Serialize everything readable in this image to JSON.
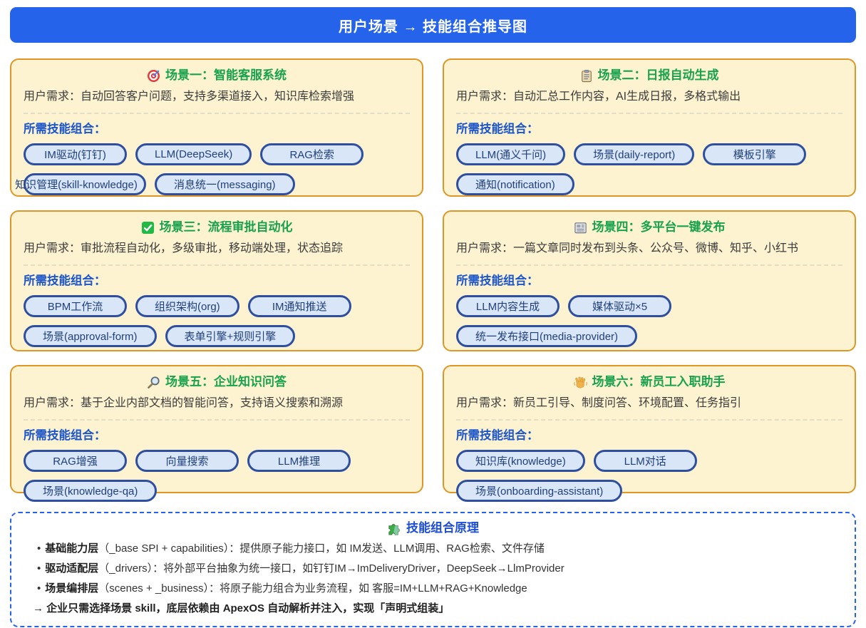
{
  "header": {
    "title": "用户场景 → 技能组合推导图"
  },
  "labels": {
    "need_prefix": "用户需求：",
    "skills_label": "所需技能组合："
  },
  "cards": [
    {
      "icon": "target-icon",
      "title": "场景一：智能客服系统",
      "need": "用户需求：自动回答客户问题，支持多渠道接入，知识库检索增强",
      "skills_label": "所需技能组合：",
      "skills": [
        "IM驱动(钉钉)",
        "LLM(DeepSeek)",
        "RAG检索",
        "知识管理(skill-knowledge)",
        "消息统一(messaging)"
      ]
    },
    {
      "icon": "clipboard-icon",
      "title": "场景二：日报自动生成",
      "need": "用户需求：自动汇总工作内容，AI生成日报，多格式输出",
      "skills_label": "所需技能组合：",
      "skills": [
        "LLM(通义千问)",
        "场景(daily-report)",
        "模板引擎",
        "通知(notification)"
      ]
    },
    {
      "icon": "check-icon",
      "title": "场景三：流程审批自动化",
      "need": "用户需求：审批流程自动化，多级审批，移动端处理，状态追踪",
      "skills_label": "所需技能组合：",
      "skills": [
        "BPM工作流",
        "组织架构(org)",
        "IM通知推送",
        "场景(approval-form)",
        "表单引擎+规则引擎"
      ]
    },
    {
      "icon": "newspaper-icon",
      "title": "场景四：多平台一键发布",
      "need": "用户需求：一篇文章同时发布到头条、公众号、微博、知乎、小红书",
      "skills_label": "所需技能组合：",
      "skills": [
        "LLM内容生成",
        "媒体驱动×5",
        "统一发布接口(media-provider)"
      ]
    },
    {
      "icon": "magnifier-icon",
      "title": "场景五：企业知识问答",
      "need": "用户需求：基于企业内部文档的智能问答，支持语义搜索和溯源",
      "skills_label": "所需技能组合：",
      "skills": [
        "RAG增强",
        "向量搜索",
        "LLM推理",
        "场景(knowledge-qa)"
      ]
    },
    {
      "icon": "wave-icon",
      "title": "场景六：新员工入职助手",
      "need": "用户需求：新员工引导、制度问答、环境配置、任务指引",
      "skills_label": "所需技能组合：",
      "skills": [
        "知识库(knowledge)",
        "LLM对话",
        "场景(onboarding-assistant)"
      ]
    }
  ],
  "principle": {
    "icon": "puzzle-icon",
    "title": "技能组合原理",
    "bullet": "•",
    "items": [
      {
        "term": "基础能力层",
        "rest": "（_base SPI + capabilities）：提供原子能力接口，如 IM发送、LLM调用、RAG检索、文件存储"
      },
      {
        "term": "驱动适配层",
        "rest": "（_drivers）：将外部平台抽象为统一接口，如钉钉IM→ImDeliveryDriver，DeepSeek→LlmProvider"
      },
      {
        "term": "场景编排层",
        "rest": "（scenes + _business）：将原子能力组合为业务流程，如 客服=IM+LLM+RAG+Knowledge"
      }
    ],
    "conclusion": "→ 企业只需选择场景 skill，底层依赖由 ApexOS 自动解析并注入，实现「声明式组装」"
  },
  "colors": {
    "header_bg": "#2563eb",
    "card_bg": "#fdf3d0",
    "card_border": "#de9726",
    "scene_title_green": "#18a24d",
    "skills_label_blue": "#1b55cb",
    "pill_bg": "#d9e6f8",
    "pill_border": "#2f4f9e",
    "pill_text": "#20407c",
    "principle_border": "#2563eb",
    "principle_title": "#1d4ed8"
  }
}
